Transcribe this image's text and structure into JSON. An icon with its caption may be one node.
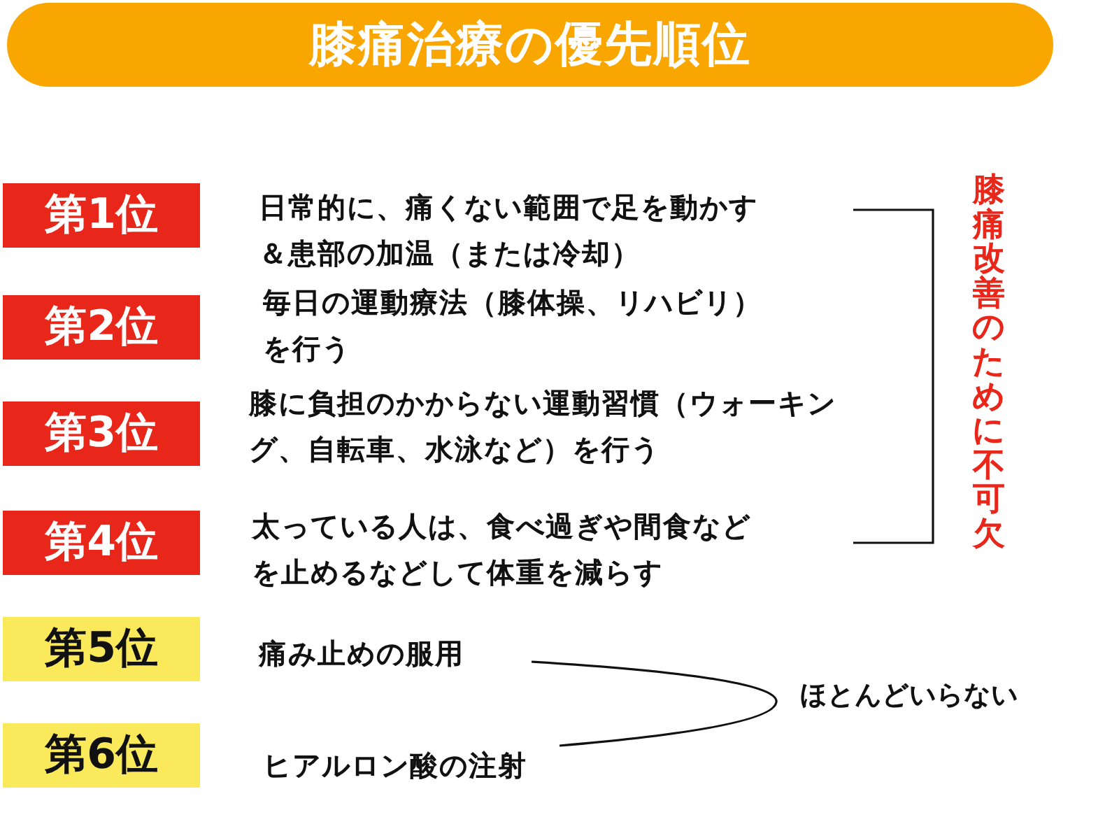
{
  "diagram": {
    "title": "膝痛治療の優先順位",
    "nodes": [
      {
        "text": [
          "第1位"
        ],
        "beside": [
          "日常的に、痛くない範囲で足を動かす＆患部の加温（または冷却）"
        ]
      },
      {
        "text": [
          "第2位"
        ],
        "beside": [
          "毎日の運動療法（膝体操、リハビリ）を行う"
        ]
      },
      {
        "text": [
          "第3位"
        ],
        "beside": [
          "膝に負担のかからない運動習慣（ウォーキング、自転車、水泳など）を行う"
        ]
      },
      {
        "text": [
          "第4位"
        ],
        "beside": [
          "太っている人は、食べ過ぎや間食などを止めるなどして体重を減らす"
        ]
      },
      {
        "text": [
          "第5位"
        ],
        "beside": [
          "痛み止めの服用"
        ]
      },
      {
        "text": [
          "第6位"
        ],
        "beside": [
          "ヒアルロン酸の注射"
        ]
      }
    ],
    "labels": [
      "膝痛改善のために不可欠",
      "ほとんどいらない"
    ]
  }
}
